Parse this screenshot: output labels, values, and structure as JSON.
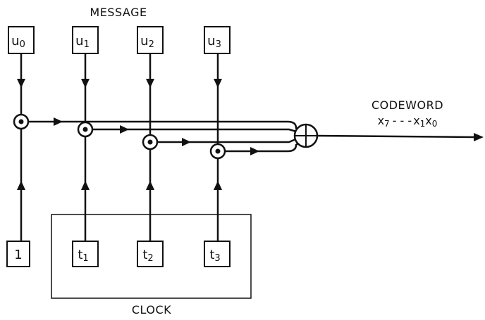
{
  "message_label": "MESSAGE",
  "clock_label": "CLOCK",
  "codeword": {
    "label": "CODEWORD",
    "symbols": {
      "x7": "x",
      "x7_sub": "7",
      "dots": "- - -",
      "x1": "x",
      "x1_sub": "1",
      "x0": "x",
      "x0_sub": "0"
    }
  },
  "message_inputs": [
    {
      "base": "u",
      "sub": "0"
    },
    {
      "base": "u",
      "sub": "1"
    },
    {
      "base": "u",
      "sub": "2"
    },
    {
      "base": "u",
      "sub": "3"
    }
  ],
  "clock_inputs": [
    {
      "base": "1",
      "sub": ""
    },
    {
      "base": "t",
      "sub": "1"
    },
    {
      "base": "t",
      "sub": "2"
    },
    {
      "base": "t",
      "sub": "3"
    }
  ]
}
